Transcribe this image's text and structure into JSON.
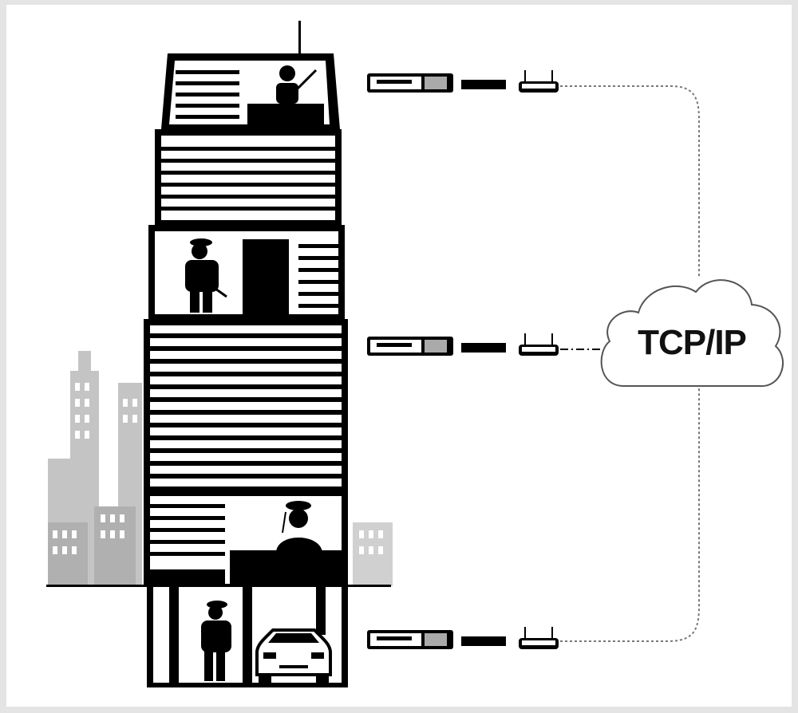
{
  "network": {
    "cloud_label": "TCP/IP",
    "link_style": "dotted"
  },
  "devices": [
    {
      "id": "top-floor-equipment"
    },
    {
      "id": "middle-floor-equipment"
    },
    {
      "id": "ground-floor-equipment"
    }
  ],
  "colors": {
    "ink": "#000000",
    "background": "#e4e4e4",
    "panel": "#ffffff",
    "city_silhouette": "#bdbdbd",
    "link": "#777777"
  },
  "icons": [
    "building",
    "radio-operator-icon",
    "security-guard-icon",
    "receptionist-icon",
    "car-icon",
    "video-recorder-icon",
    "network-switch-icon",
    "router-icon",
    "cloud-icon",
    "city-skyline"
  ]
}
